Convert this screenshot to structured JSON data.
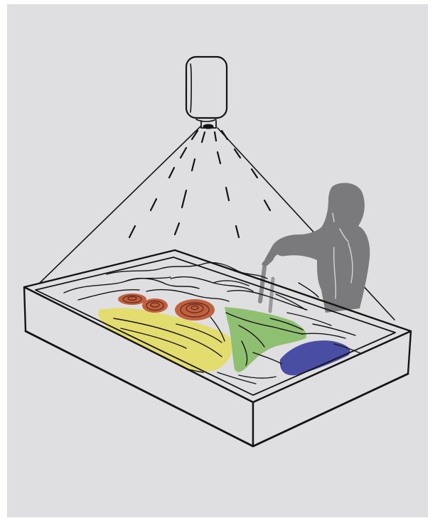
{
  "illustration": {
    "subject": "projector-sandbox-sketch",
    "colors": {
      "background": "#dfdfe1",
      "frame": "#ffffff",
      "ink": "#141414",
      "person": "#7a7a7c",
      "person_outline": "#d4d4d6",
      "hills_orange": "#c0603f",
      "hills_dark": "#6a2e1e",
      "yellow_zone": "#e3dc6e",
      "green_zone": "#8fc071",
      "blue_zone": "#4a4ea2"
    },
    "icons": [
      "projector-icon",
      "person-figure",
      "sandbox-illustration"
    ]
  }
}
